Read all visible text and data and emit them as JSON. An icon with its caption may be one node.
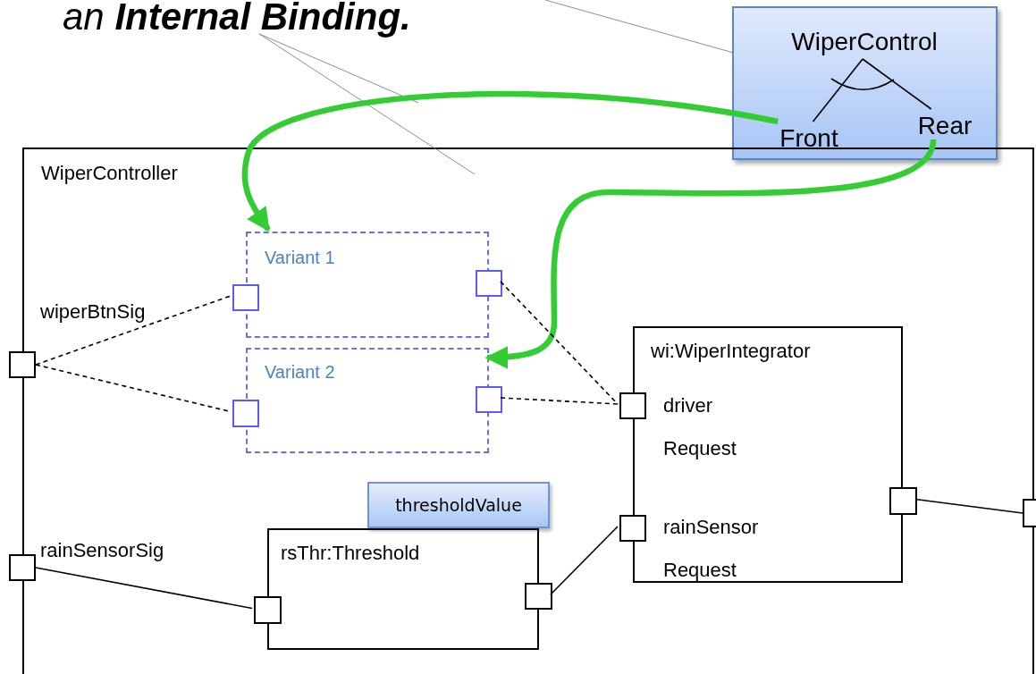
{
  "diagram": {
    "nodes": [
      {
        "text": [
          "an **Internal Binding.**"
        ]
      },
      {
        "text": [],
        "shape": "box"
      },
      {
        "text": [
          "WiperControl"
        ],
        "in": 1
      },
      {
        "text": [
          "Front"
        ],
        "in": 1
      },
      {
        "text": [
          "Rear"
        ],
        "in": 1
      },
      {
        "text": [
          "WiperController"
        ]
      },
      {
        "text": [],
        "shape": "box",
        "beside": [
          "wiperBtnSig"
        ]
      },
      {
        "text": [
          "Variant 1"
        ],
        "in": 5
      },
      {
        "text": [],
        "shape": "box",
        "in": 5
      },
      {
        "text": [],
        "shape": "box",
        "in": 5
      },
      {
        "text": [
          "Variant 2"
        ],
        "in": 5
      },
      {
        "text": [],
        "shape": "box",
        "in": 5
      },
      {
        "text": [],
        "shape": "box",
        "in": 5
      },
      {
        "text": [
          "wi:WiperIntegrator",
          "driver Request",
          "rainSensor Request"
        ],
        "in": 5
      },
      {
        "text": [],
        "shape": "box",
        "in": 5
      },
      {
        "text": [],
        "shape": "box",
        "in": 5
      },
      {
        "text": [],
        "shape": "box",
        "in": 5
      },
      {
        "text": [],
        "shape": "box",
        "beside": [
          "rainSensorSig"
        ]
      },
      {
        "text": [
          "rsThr:Threshold"
        ],
        "in": 5
      },
      {
        "text": [
          "thresholdValue"
        ],
        "in": 5
      },
      {
        "text": [],
        "shape": "box",
        "in": 5
      },
      {
        "text": [],
        "shape": "box",
        "in": 5
      },
      {
        "text": [],
        "shape": "box"
      }
    ],
    "edges": [
      {
        "from": null,
        "to": 1,
        "arrow": "none",
        "color": "#808080"
      },
      {
        "from": 0,
        "to": null,
        "arrow": "none",
        "color": "#808080"
      },
      {
        "from": 0,
        "to": null,
        "arrow": "none",
        "color": "#808080"
      },
      {
        "from": 2,
        "to": 3,
        "arrow": "none"
      },
      {
        "from": 2,
        "to": 4,
        "arrow": "none"
      },
      {
        "from": 3,
        "to": 7,
        "arrow": "to",
        "style": "thick",
        "color": "#33cc33"
      },
      {
        "from": 4,
        "to": 10,
        "arrow": "to",
        "style": "thick",
        "color": "#33cc33"
      },
      {
        "from": 6,
        "to": 8,
        "arrow": "none",
        "style": "dashed"
      },
      {
        "from": 6,
        "to": 11,
        "arrow": "none",
        "style": "dashed"
      },
      {
        "from": 9,
        "to": 14,
        "arrow": "none",
        "style": "dashed"
      },
      {
        "from": 12,
        "to": 14,
        "arrow": "none",
        "style": "dashed"
      },
      {
        "from": 17,
        "to": 20,
        "arrow": "none"
      },
      {
        "from": 21,
        "to": 15,
        "arrow": "none"
      },
      {
        "from": 16,
        "to": 22,
        "arrow": "none"
      }
    ]
  }
}
